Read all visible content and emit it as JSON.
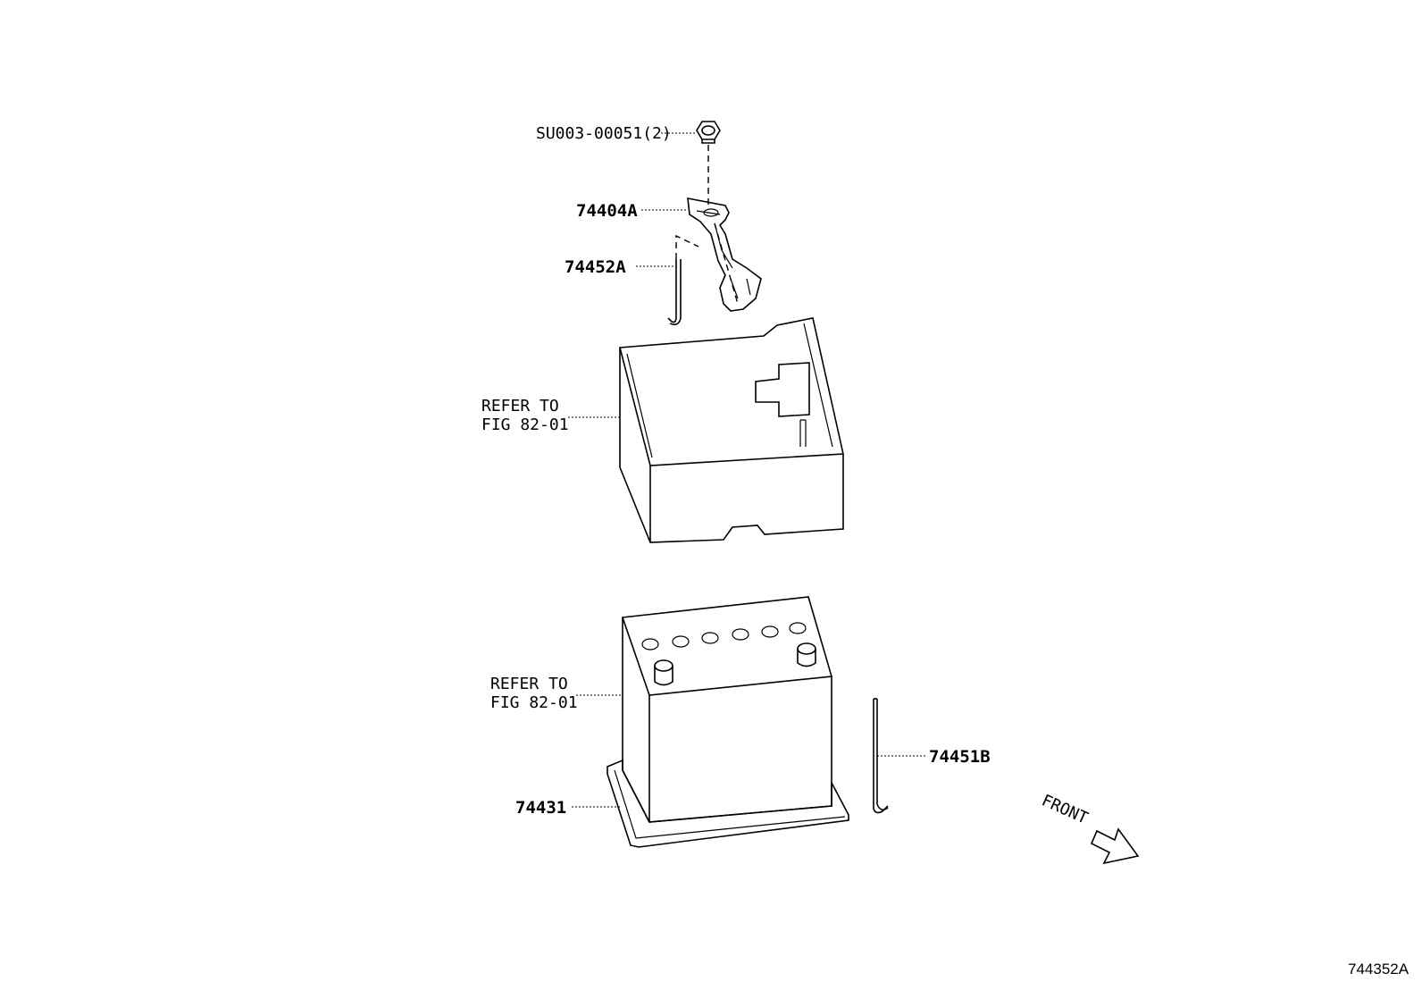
{
  "callouts": {
    "nut": "SU003-00051(2)",
    "clamp": "74404A",
    "rod_top": "74452A",
    "refer_cover_line1": "REFER TO",
    "refer_cover_line2": "FIG 82-01",
    "refer_battery_line1": "REFER TO",
    "refer_battery_line2": "FIG 82-01",
    "rod_bottom": "74451B",
    "tray": "74431"
  },
  "front_label": "FRONT",
  "figure_id": "744352A"
}
